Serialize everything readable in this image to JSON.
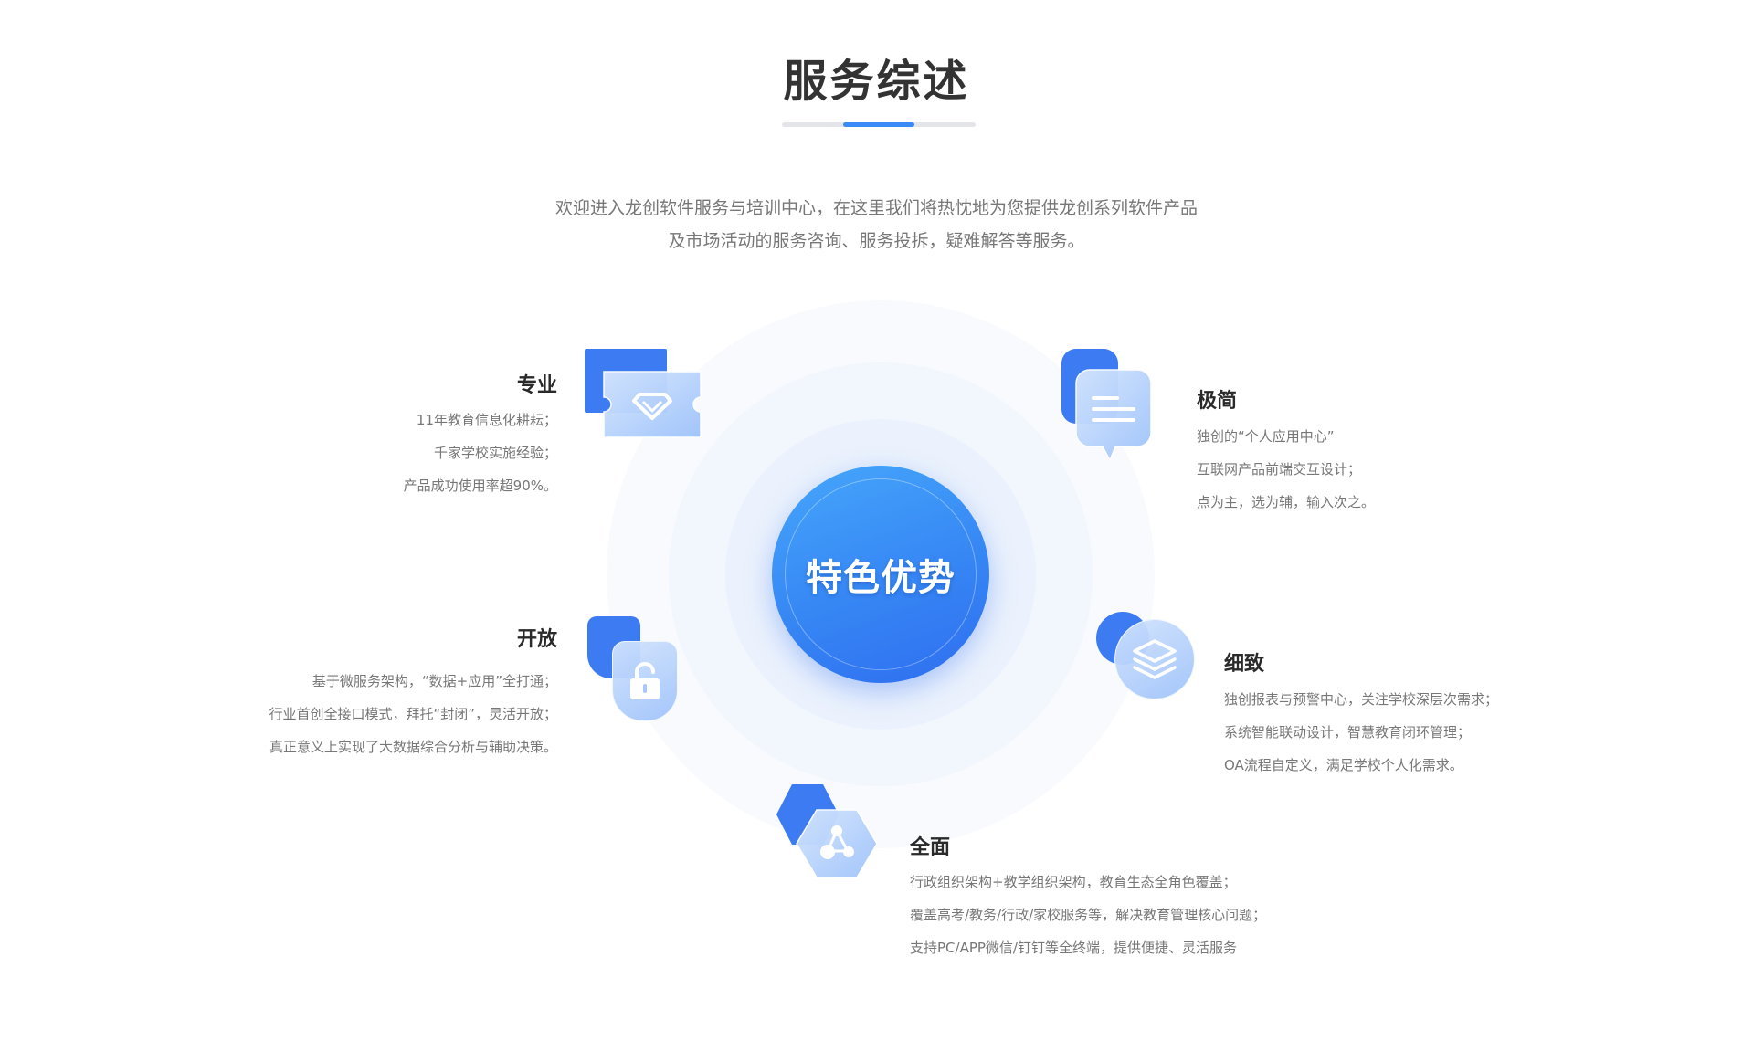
{
  "header": {
    "title": "服务综述"
  },
  "intro": {
    "line1": "欢迎进入龙创软件服务与培训中心，在这里我们将热忱地为您提供龙创系列软件产品",
    "line2": "及市场活动的服务咨询、服务投拆，疑难解答等服务。"
  },
  "center": {
    "label": "特色优势"
  },
  "features": {
    "professional": {
      "icon": "diamond-ticket-icon",
      "title": "专业",
      "lines": [
        "11年教育信息化耕耘；",
        "千家学校实施经验；",
        "产品成功使用率超90%。"
      ]
    },
    "simple": {
      "icon": "chat-bubble-icon",
      "title": "极简",
      "lines": [
        "独创的“个人应用中心”",
        "互联网产品前端交互设计；",
        "点为主，选为辅，输入次之。"
      ]
    },
    "open": {
      "icon": "unlock-icon",
      "title": "开放",
      "lines": [
        "基于微服务架构，“数据+应用”全打通；",
        "行业首创全接口模式，拜托“封闭”，灵活开放；",
        "真正意义上实现了大数据综合分析与辅助决策。"
      ]
    },
    "detailed": {
      "icon": "layers-icon",
      "title": "细致",
      "lines": [
        "独创报表与预警中心，关注学校深层次需求；",
        "系统智能联动设计，智慧教育闭环管理；",
        "OA流程自定义，满足学校个人化需求。"
      ]
    },
    "comprehensive": {
      "icon": "network-nodes-icon",
      "title": "全面",
      "lines": [
        "行政组织架构+教学组织架构，教育生态全角色覆盖；",
        "覆盖高考/教务/行政/家校服务等，解决教育管理核心问题；",
        "支持PC/APP微信/钉钉等全终端，提供便捷、灵活服务"
      ]
    }
  },
  "colors": {
    "accent": "#3b8af7",
    "icon_blue": "#3d7bf2",
    "center_blue": "#3686f4"
  }
}
